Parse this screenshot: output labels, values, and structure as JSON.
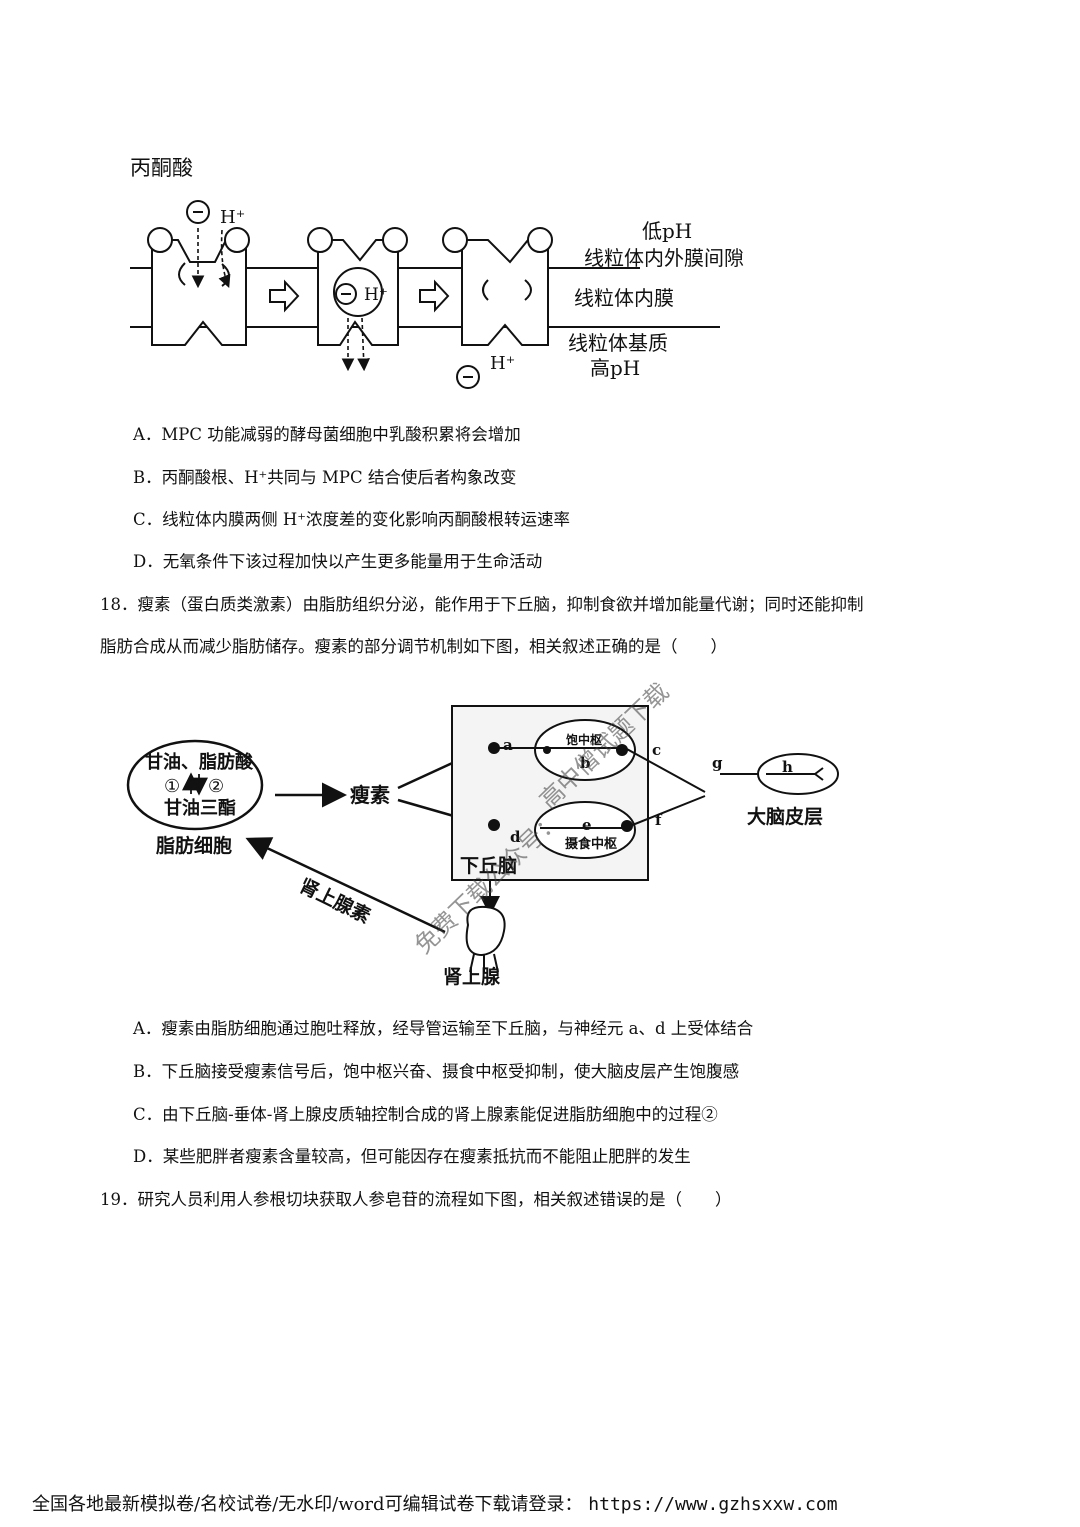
{
  "fig1": {
    "pyruvate_label": "丙酮酸",
    "h_plus": "H⁺",
    "low_ph": "低pH",
    "intermembrane_space": "线粒体内外膜间隙",
    "inner_membrane": "线粒体内膜",
    "matrix": "线粒体基质",
    "high_ph": "高pH"
  },
  "q17_options": [
    "A．MPC 功能减弱的酵母菌细胞中乳酸积累将会增加",
    "B．丙酮酸根、H⁺共同与 MPC 结合使后者构象改变",
    "C．线粒体内膜两侧 H⁺浓度差的变化影响丙酮酸根转运速率",
    "D．无氧条件下该过程加快以产生更多能量用于生命活动"
  ],
  "q18": {
    "line1": "18．瘦素（蛋白质类激素）由脂肪组织分泌，能作用于下丘脑，抑制食欲并增加能量代谢；同时还能抑制",
    "line2": "脂肪合成从而减少脂肪储存。瘦素的部分调节机制如下图，相关叙述正确的是（　　）"
  },
  "fig2": {
    "glycerol_fa": "甘油、脂肪酸",
    "circle1": "①",
    "circle2": "②",
    "triglyceride": "甘油三酯",
    "fat_cell": "脂肪细胞",
    "leptin": "瘦素",
    "satiety_center": "饱中枢",
    "feeding_center": "摄食中枢",
    "hypothalamus": "下丘脑",
    "cortex": "大脑皮层",
    "adrenal_hormone": "肾上腺素",
    "adrenal_gland": "肾上腺",
    "label_a": "a",
    "label_b": "b",
    "label_c": "c",
    "label_d": "d",
    "label_e": "e",
    "label_f": "f",
    "label_g": "g",
    "label_h": "h"
  },
  "q18_options": [
    "A．瘦素由脂肪细胞通过胞吐释放，经导管运输至下丘脑，与神经元 a、d 上受体结合",
    "B．下丘脑接受瘦素信号后，饱中枢兴奋、摄食中枢受抑制，使大脑皮层产生饱腹感",
    "C．由下丘脑-垂体-肾上腺皮质轴控制合成的肾上腺素能促进脂肪细胞中的过程②",
    "D．某些肥胖者瘦素含量较高，但可能因存在瘦素抵抗而不能阻止肥胖的发生"
  ],
  "q19": {
    "line1": "19．研究人员利用人参根切块获取人参皂苷的流程如下图，相关叙述错误的是（　　）"
  },
  "watermark": {
    "left_part": "免费下载公众号：",
    "right_part": "高中僧试题下载"
  },
  "footer": {
    "text": "全国各地最新模拟卷/名校试卷/无水印/word可编辑试卷下载请登录：",
    "url": "https://www.gzhsxxw.com"
  }
}
